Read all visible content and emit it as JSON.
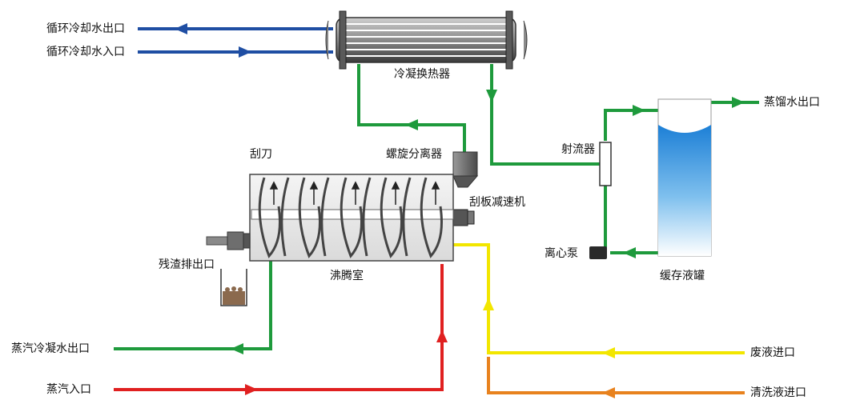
{
  "labels": {
    "cooling_water_out": "循环冷却水出口",
    "cooling_water_in": "循环冷却水入口",
    "condenser": "冷凝换热器",
    "distilled_water_out": "蒸馏水出口",
    "scraper_blade": "刮刀",
    "screw_separator": "螺旋分离器",
    "ejector": "射流器",
    "scraper_reducer": "刮板减速机",
    "residue_outlet": "残渣排出口",
    "boiling_chamber": "沸腾室",
    "centrifugal_pump": "离心泵",
    "buffer_tank": "缓存液罐",
    "steam_condensate_out": "蒸汽冷凝水出口",
    "waste_liquid_in": "废液进口",
    "steam_in": "蒸汽入口",
    "cleaning_liquid_in": "清洗液进口"
  },
  "colors": {
    "cooling_water": "#1f4ea3",
    "green_line": "#1e9a3c",
    "steam": "#e02020",
    "waste_liquid": "#f2e600",
    "cleaning_liquid": "#e8821e",
    "tank_liquid": "#2c8fdc",
    "equipment_gray": "#6e6e6e"
  }
}
